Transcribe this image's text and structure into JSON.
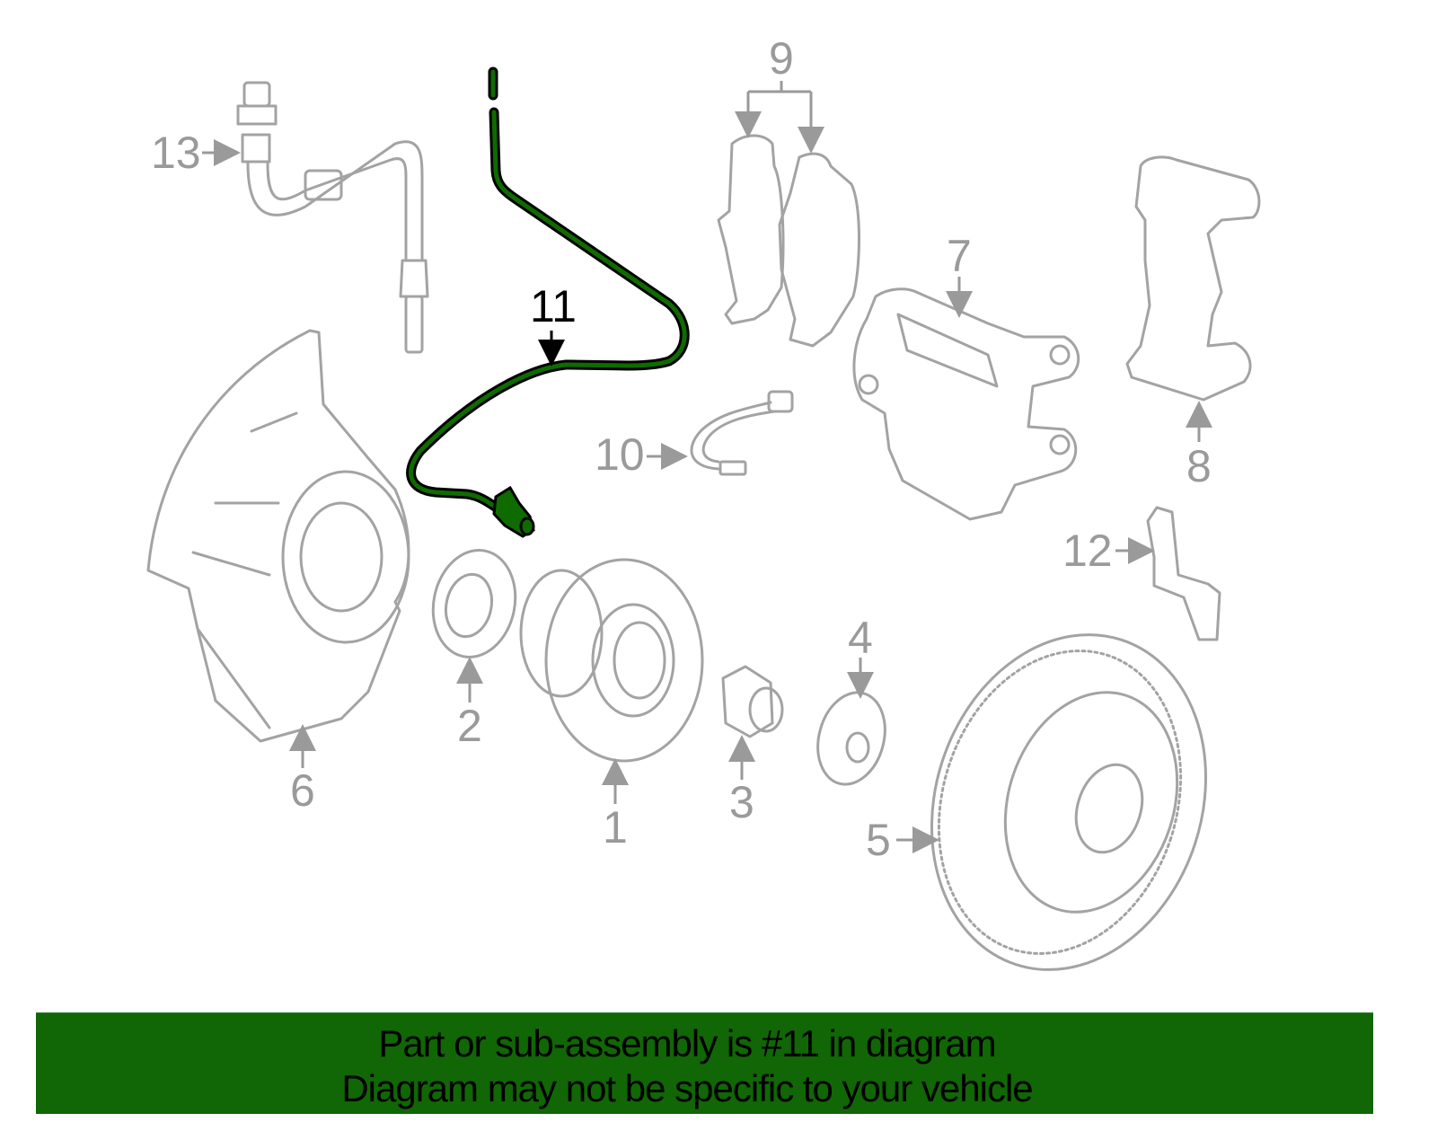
{
  "highlight_color": "#0f6b00",
  "banner_color": "#116605",
  "part_line_color": "#a3a3a3",
  "callouts": {
    "c1": "1",
    "c2": "2",
    "c3": "3",
    "c4": "4",
    "c5": "5",
    "c6": "6",
    "c7": "7",
    "c8": "8",
    "c9": "9",
    "c10": "10",
    "c11": "11",
    "c12": "12",
    "c13": "13"
  },
  "banner": {
    "line1": "Part or sub-assembly is #11 in diagram",
    "line2": "Diagram may not be specific to your vehicle"
  }
}
